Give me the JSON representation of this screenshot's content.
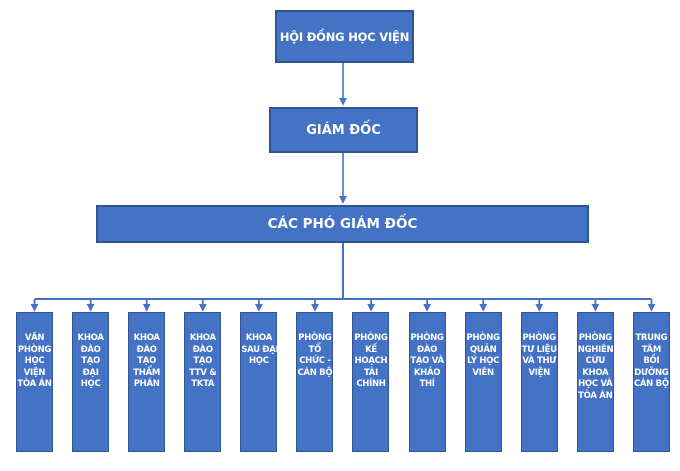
{
  "org": {
    "level1": "HỘI ĐỒNG HỌC VIỆN",
    "level2": "GIÁM ĐỐC",
    "level3": "CÁC PHÓ GIÁM ĐỐC",
    "departments": [
      "VĂN\nPHÒNG\nHỌC\nVIỆN\nTÒA ÁN",
      "KHOA\nĐÀO\nTẠO\nĐẠI\nHỌC",
      "KHOA\nĐÀO\nTẠO\nTHẨM\nPHÁN",
      "KHOA\nĐÀO\nTẠO\nTTV &\nTKTA",
      "KHOA\nSAU ĐẠI\nHỌC",
      "PHÒNG\nTỔ\nCHỨC -\nCÁN BỘ",
      "PHÒNG\nKẾ\nHOẠCH\nTÀI\nCHÍNH",
      "PHÒNG\nĐÀO\nTẠO VÀ\nKHẢO\nTHÍ",
      "PHÒNG\nQUẢN\nLÝ HỌC\nVIÊN",
      "PHÒNG\nTƯ LIỆU\nVÀ THƯ\nVIỆN",
      "PHÒNG\nNGHIÊN\nCỨU\nKHOA\nHỌC VÀ\nTÒA ÁN",
      "TRUNG\nTÂM\nBỒI\nDƯỠNG\nCÁN BỘ"
    ]
  },
  "colors": {
    "box_fill": "#4472C4",
    "box_border": "#2F5597",
    "connector": "#4472C4",
    "text": "#FFFFFF"
  }
}
